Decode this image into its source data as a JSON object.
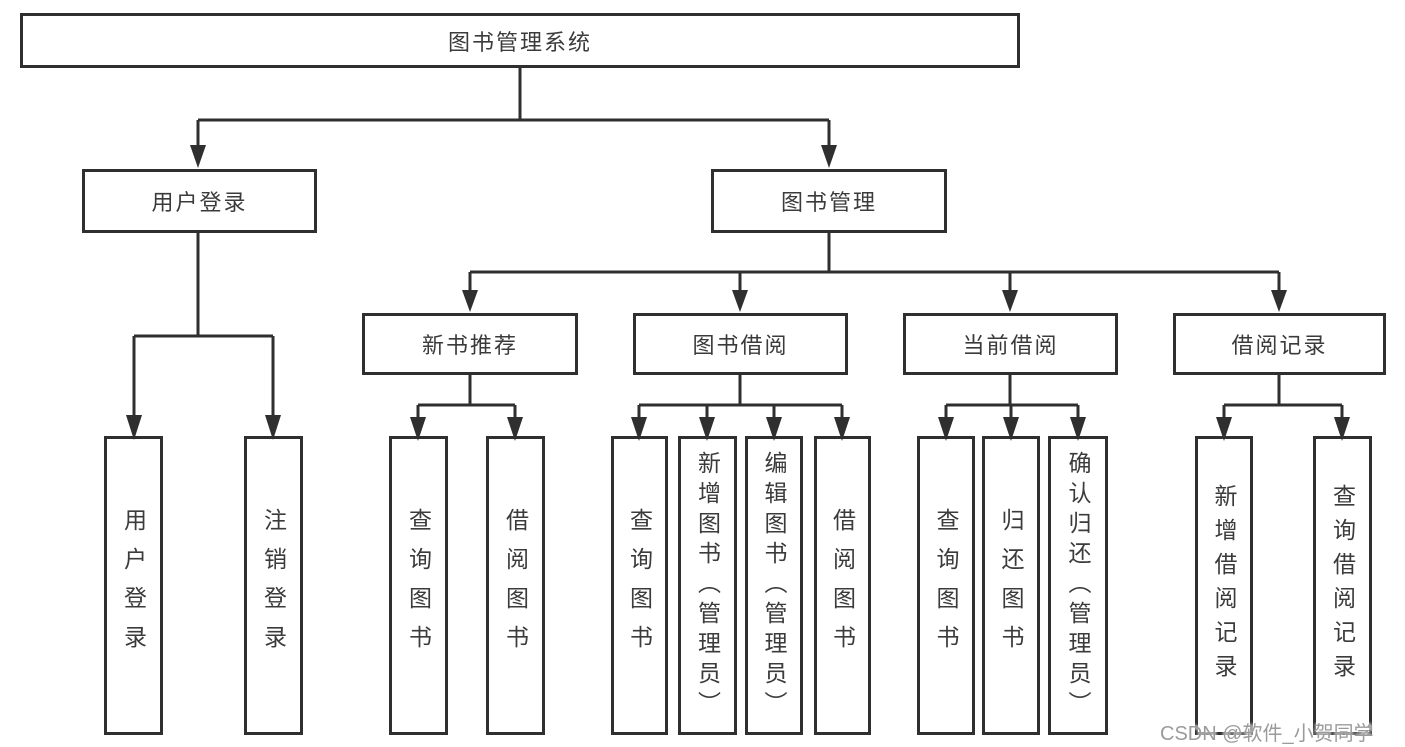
{
  "diagram_title": "图书管理系统",
  "colors": {
    "line": "#2f2f2f",
    "node_border": "#2f2f2f",
    "node_text": "#3b3b3b",
    "background": "#ffffff",
    "watermark": "#9b9b9b"
  },
  "tree": {
    "root": {
      "label": "图书管理系统",
      "children": [
        {
          "label": "用户登录",
          "children": [
            {
              "label": "用户登录"
            },
            {
              "label": "注销登录"
            }
          ]
        },
        {
          "label": "图书管理",
          "children": [
            {
              "label": "新书推荐",
              "children": [
                {
                  "label": "查询图书"
                },
                {
                  "label": "借阅图书"
                }
              ]
            },
            {
              "label": "图书借阅",
              "children": [
                {
                  "label": "查询图书"
                },
                {
                  "label": "新增图书（管理员）"
                },
                {
                  "label": "编辑图书（管理员）"
                },
                {
                  "label": "借阅图书"
                }
              ]
            },
            {
              "label": "当前借阅",
              "children": [
                {
                  "label": "查询图书"
                },
                {
                  "label": "归还图书"
                },
                {
                  "label": "确认归还（管理员）"
                }
              ]
            },
            {
              "label": "借阅记录",
              "children": [
                {
                  "label": "新增借阅记录"
                },
                {
                  "label": "查询借阅记录"
                }
              ]
            }
          ]
        }
      ]
    }
  },
  "watermark": {
    "text": "CSDN @软件_小贺同学"
  }
}
